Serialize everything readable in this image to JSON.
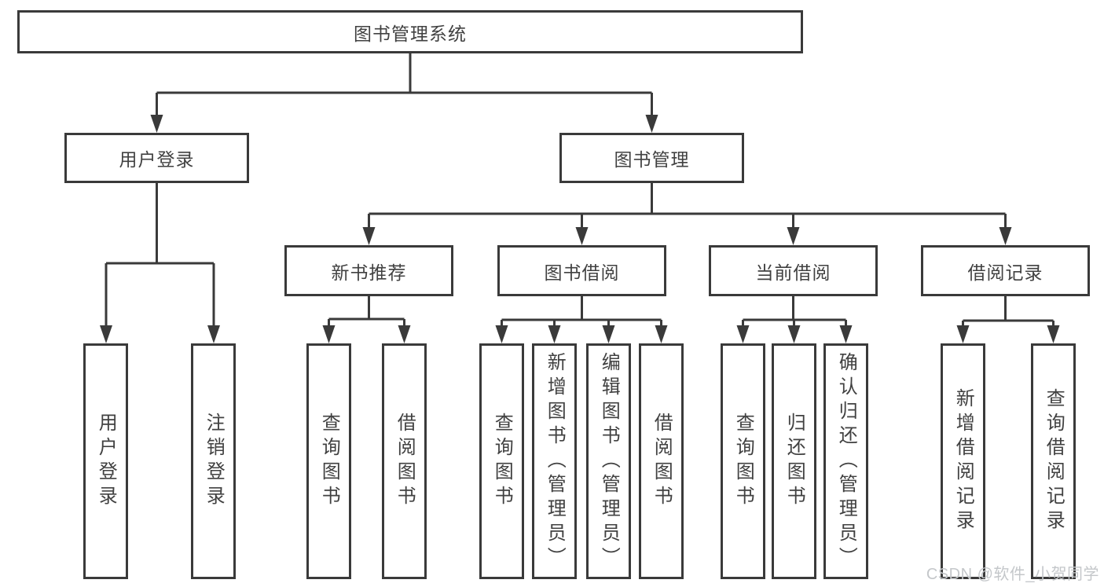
{
  "diagram": {
    "root": {
      "label": "图书管理系统"
    },
    "level2": {
      "user_login": {
        "label": "用户登录"
      },
      "book_management": {
        "label": "图书管理"
      }
    },
    "level3": {
      "new_book_recommend": {
        "label": "新书推荐"
      },
      "book_borrow": {
        "label": "图书借阅"
      },
      "current_borrow": {
        "label": "当前借阅"
      },
      "borrow_record": {
        "label": "借阅记录"
      }
    },
    "leaves": {
      "user_login": {
        "label": "用户登录"
      },
      "logout": {
        "label": "注销登录"
      },
      "query_book_recommend": {
        "label": "查询图书"
      },
      "borrow_book_recommend": {
        "label": "借阅图书"
      },
      "query_book_borrow": {
        "label": "查询图书"
      },
      "add_book_admin": {
        "label": "新增图书（管理员）"
      },
      "edit_book_admin": {
        "label": "编辑图书（管理员）"
      },
      "borrow_book_borrow": {
        "label": "借阅图书"
      },
      "query_book_current": {
        "label": "查询图书"
      },
      "return_book": {
        "label": "归还图书"
      },
      "confirm_return_admin": {
        "label": "确认归还（管理员）"
      },
      "add_borrow_record": {
        "label": "新增借阅记录"
      },
      "query_borrow_record": {
        "label": "查询借阅记录"
      }
    },
    "watermark": "CSDN @软件_小贺同学",
    "colors": {
      "line": "#3a3a3a",
      "text": "#414141",
      "watermark": "#c4c7ca",
      "box_background": "#ffffff"
    }
  }
}
